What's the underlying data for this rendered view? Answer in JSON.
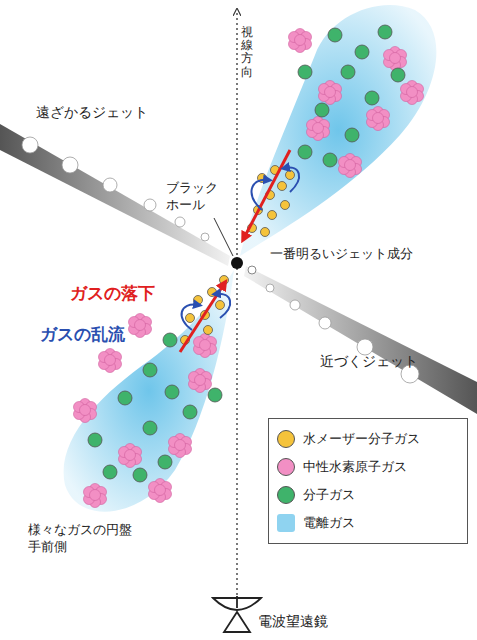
{
  "diagram": {
    "labels": [
      "視線方向",
      "遠ざかるジェット",
      "ブラック ホール",
      "一番明るいジェット成分",
      "近づくジェット",
      "ガスの落下",
      "ガスの乱流",
      "様々なガスの円盤 手前側",
      "電波望遠鏡"
    ],
    "legend": [
      {
        "text": "水メーザー分子ガス",
        "color": "#f5c33b"
      },
      {
        "text": "中性水素原子ガス",
        "color": "#f28fc4"
      },
      {
        "text": "分子ガス",
        "color": "#3fb36b"
      },
      {
        "text": "電離ガス",
        "color": "#8fd3f0"
      }
    ]
  }
}
